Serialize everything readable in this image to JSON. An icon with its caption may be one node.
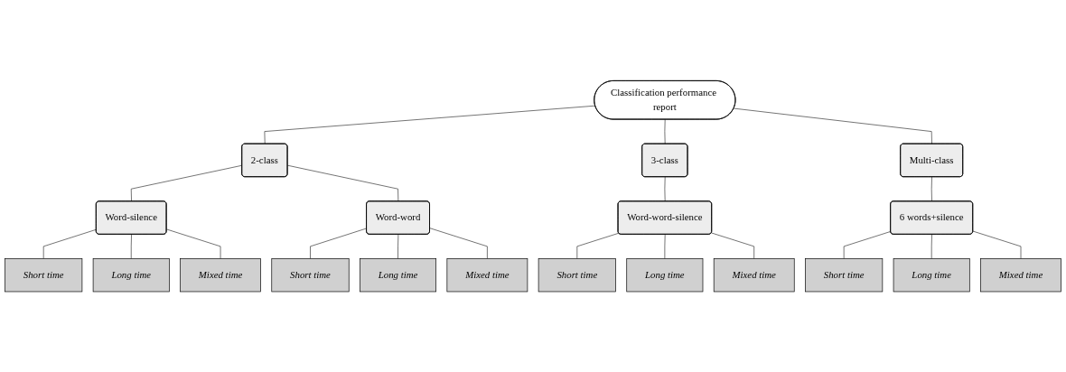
{
  "diagram": {
    "nodes": [
      {
        "text": [
          "Classification performance report"
        ]
      },
      {
        "text": [
          "2-class"
        ]
      },
      {
        "text": [
          "3-class"
        ]
      },
      {
        "text": [
          "Multi-class"
        ]
      },
      {
        "text": [
          "Word-silence"
        ]
      },
      {
        "text": [
          "Word-word"
        ]
      },
      {
        "text": [
          "Word-word-silence"
        ]
      },
      {
        "text": [
          "6 words+silence"
        ]
      },
      {
        "text": [
          "Short time"
        ]
      },
      {
        "text": [
          "Long time"
        ]
      },
      {
        "text": [
          "Mixed time"
        ]
      },
      {
        "text": [
          "Short time"
        ]
      },
      {
        "text": [
          "Long time"
        ]
      },
      {
        "text": [
          "Mixed time"
        ]
      },
      {
        "text": [
          "Short time"
        ]
      },
      {
        "text": [
          "Long time"
        ]
      },
      {
        "text": [
          "Mixed time"
        ]
      },
      {
        "text": [
          "Short time"
        ]
      },
      {
        "text": [
          "Long time"
        ]
      },
      {
        "text": [
          "Mixed time"
        ]
      }
    ],
    "edges": [
      {
        "from": 0,
        "to": 1,
        "arrow": "none"
      },
      {
        "from": 0,
        "to": 2,
        "arrow": "none"
      },
      {
        "from": 0,
        "to": 3,
        "arrow": "none"
      },
      {
        "from": 1,
        "to": 4,
        "arrow": "none"
      },
      {
        "from": 1,
        "to": 5,
        "arrow": "none"
      },
      {
        "from": 2,
        "to": 6,
        "arrow": "none"
      },
      {
        "from": 3,
        "to": 7,
        "arrow": "none"
      },
      {
        "from": 4,
        "to": 8,
        "arrow": "none"
      },
      {
        "from": 4,
        "to": 9,
        "arrow": "none"
      },
      {
        "from": 4,
        "to": 10,
        "arrow": "none"
      },
      {
        "from": 5,
        "to": 11,
        "arrow": "none"
      },
      {
        "from": 5,
        "to": 12,
        "arrow": "none"
      },
      {
        "from": 5,
        "to": 13,
        "arrow": "none"
      },
      {
        "from": 6,
        "to": 14,
        "arrow": "none"
      },
      {
        "from": 6,
        "to": 15,
        "arrow": "none"
      },
      {
        "from": 6,
        "to": 16,
        "arrow": "none"
      },
      {
        "from": 7,
        "to": 17,
        "arrow": "none"
      },
      {
        "from": 7,
        "to": 18,
        "arrow": "none"
      },
      {
        "from": 7,
        "to": 19,
        "arrow": "none"
      }
    ]
  }
}
